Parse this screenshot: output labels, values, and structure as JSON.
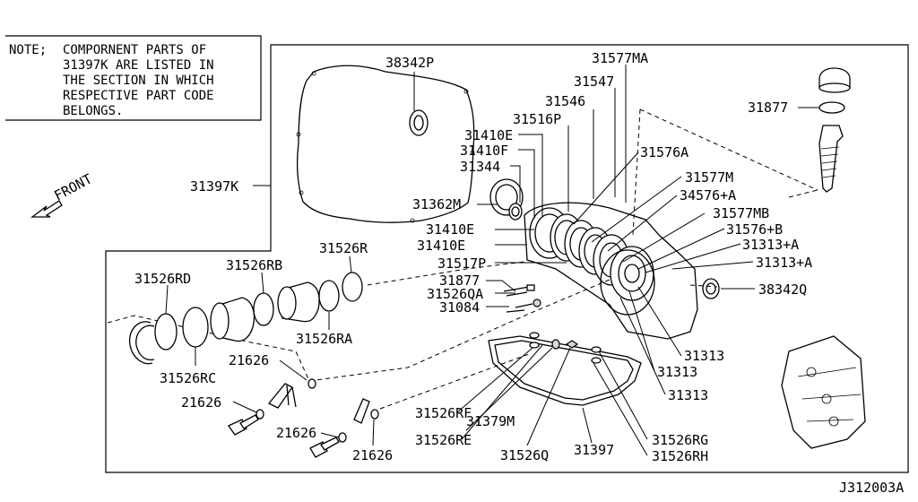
{
  "note": {
    "prefix": "NOTE;",
    "lines": [
      "COMPORNENT PARTS OF",
      "31397K ARE LISTED IN",
      "THE SECTION IN WHICH",
      "RESPECTIVE PART CODE",
      "BELONGS."
    ]
  },
  "front_label": "FRONT",
  "drawing_code": "J312003A",
  "part_labels": {
    "p38342P": "38342P",
    "p31397K": "31397K",
    "p31577MA": "31577MA",
    "p31547": "31547",
    "p31546": "31546",
    "p31516P": "31516P",
    "p31410E_a": "31410E",
    "p31410F": "31410F",
    "p31344": "31344",
    "p31362M": "31362M",
    "p31410E_b": "31410E",
    "p31410E_c": "31410E",
    "p31517P": "31517P",
    "p31877_a": "31877",
    "p31526QA": "31526QA",
    "p31084": "31084",
    "p31576A": "31576A",
    "p31577M": "31577M",
    "p34576A": "34576+A",
    "p31577MB": "31577MB",
    "p31576B": "31576+B",
    "p31313A_a": "31313+A",
    "p31313A_b": "31313+A",
    "p38342Q": "38342Q",
    "p31877_b": "31877",
    "p31313_a": "31313",
    "p31313_b": "31313",
    "p31313_c": "31313",
    "p31526R": "31526R",
    "p31526RB": "31526RB",
    "p31526RD": "31526RD",
    "p31526RA": "31526RA",
    "p31526RC": "31526RC",
    "p21626_a": "21626",
    "p21626_b": "21626",
    "p21626_c": "21626",
    "p21626_d": "21626",
    "p31526RF": "31526RF",
    "p31379M": "31379M",
    "p31526RE": "31526RE",
    "p31526Q": "31526Q",
    "p31397": "31397",
    "p31526RG": "31526RG",
    "p31526RH": "31526RH"
  }
}
